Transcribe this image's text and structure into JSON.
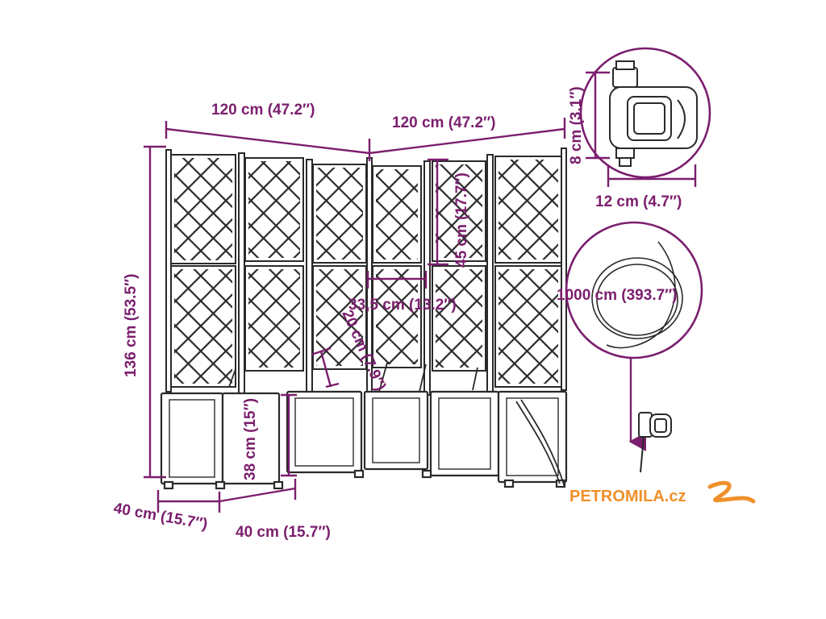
{
  "colors": {
    "dimension": "#7b1e6e",
    "outline": "#2a2a2a",
    "fill": "#ffffff",
    "logo_text": "#f0902a"
  },
  "dimensions": {
    "width_left": "120 cm (47.2″)",
    "width_right": "120 cm (47.2″)",
    "height_total": "136 cm (53.5″)",
    "depth_left": "40 cm (15.7″)",
    "depth_right": "40 cm (15.7″)",
    "box_height": "38 cm (15″)",
    "inner_depth": "20 cm (7.9″)",
    "lattice_width": "33,5 cm (13.2″)",
    "lattice_height": "45 cm (17.7″)",
    "timer_height": "8 cm (3.1″)",
    "timer_width": "12 cm (4.7″)",
    "hose_length": "1000 cm (393.7″)"
  },
  "logo": {
    "text": "PETROMILA.cz",
    "icon": "wave-swirl-icon"
  }
}
